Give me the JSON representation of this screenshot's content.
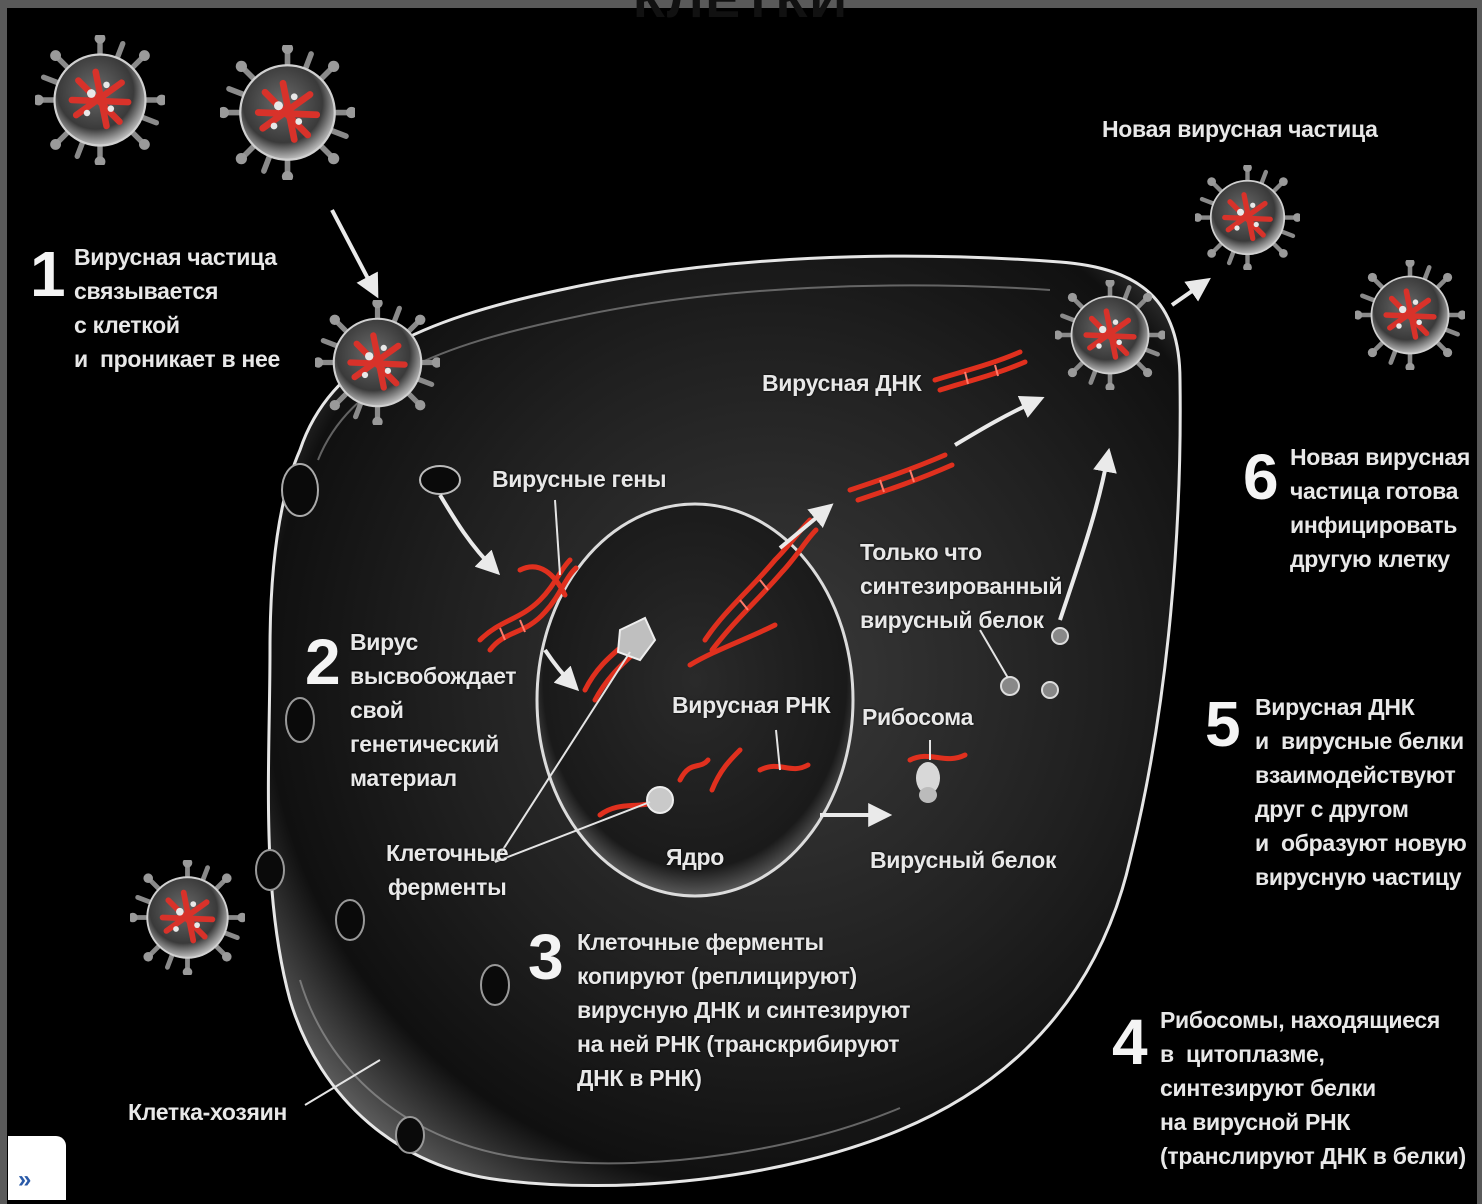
{
  "header": {
    "title": "КЛЕТКИ"
  },
  "steps": [
    {
      "number": "1",
      "text": "Вирусная частица\nсвязывается\nс клеткой\nи  проникает в нее"
    },
    {
      "number": "2",
      "text": "Вирус\nвысвобождает\nсвой\nгенетический\nматериал"
    },
    {
      "number": "3",
      "text": "Клеточные ферменты\nкопируют (реплицируют)\nвирусную ДНК и синтезируют\nна ней РНК (транскрибируют\nДНК в РНК)"
    },
    {
      "number": "4",
      "text": "Рибосомы, находящиеся\nв  цитоплазме,\nсинтезируют белки\nна вирусной РНК\n(транслируют ДНК в белки)"
    },
    {
      "number": "5",
      "text": "Вирусная ДНК\nи  вирусные белки\nвзаимодействуют\nдруг с другом\nи  образуют новую\nвирусную частицу"
    },
    {
      "number": "6",
      "text": "Новая вирусная\nчастица готова\nинфицировать\nдругую клетку"
    }
  ],
  "labels": {
    "new_particle": "Новая вирусная частица",
    "viral_dna": "Вирусная ДНК",
    "viral_genes": "Вирусные гены",
    "new_protein": "Только что\nсинтезированный\nвирусный белок",
    "viral_rna": "Вирусная РНК",
    "ribosome": "Рибосома",
    "cell_enzymes": "Клеточные\nферменты",
    "nucleus": "Ядро",
    "viral_protein": "Вирусный белок",
    "host_cell": "Клетка-хозяин"
  },
  "colors": {
    "background": "#000000",
    "cell_membrane": "#cfcfcf",
    "dna_strand": "#e0301e",
    "label_text": "#e8e8e8"
  },
  "icons": {
    "virus": "virus-particle-icon",
    "ribosome": "ribosome-icon",
    "slide_nav": "slide-navigation-icon"
  }
}
